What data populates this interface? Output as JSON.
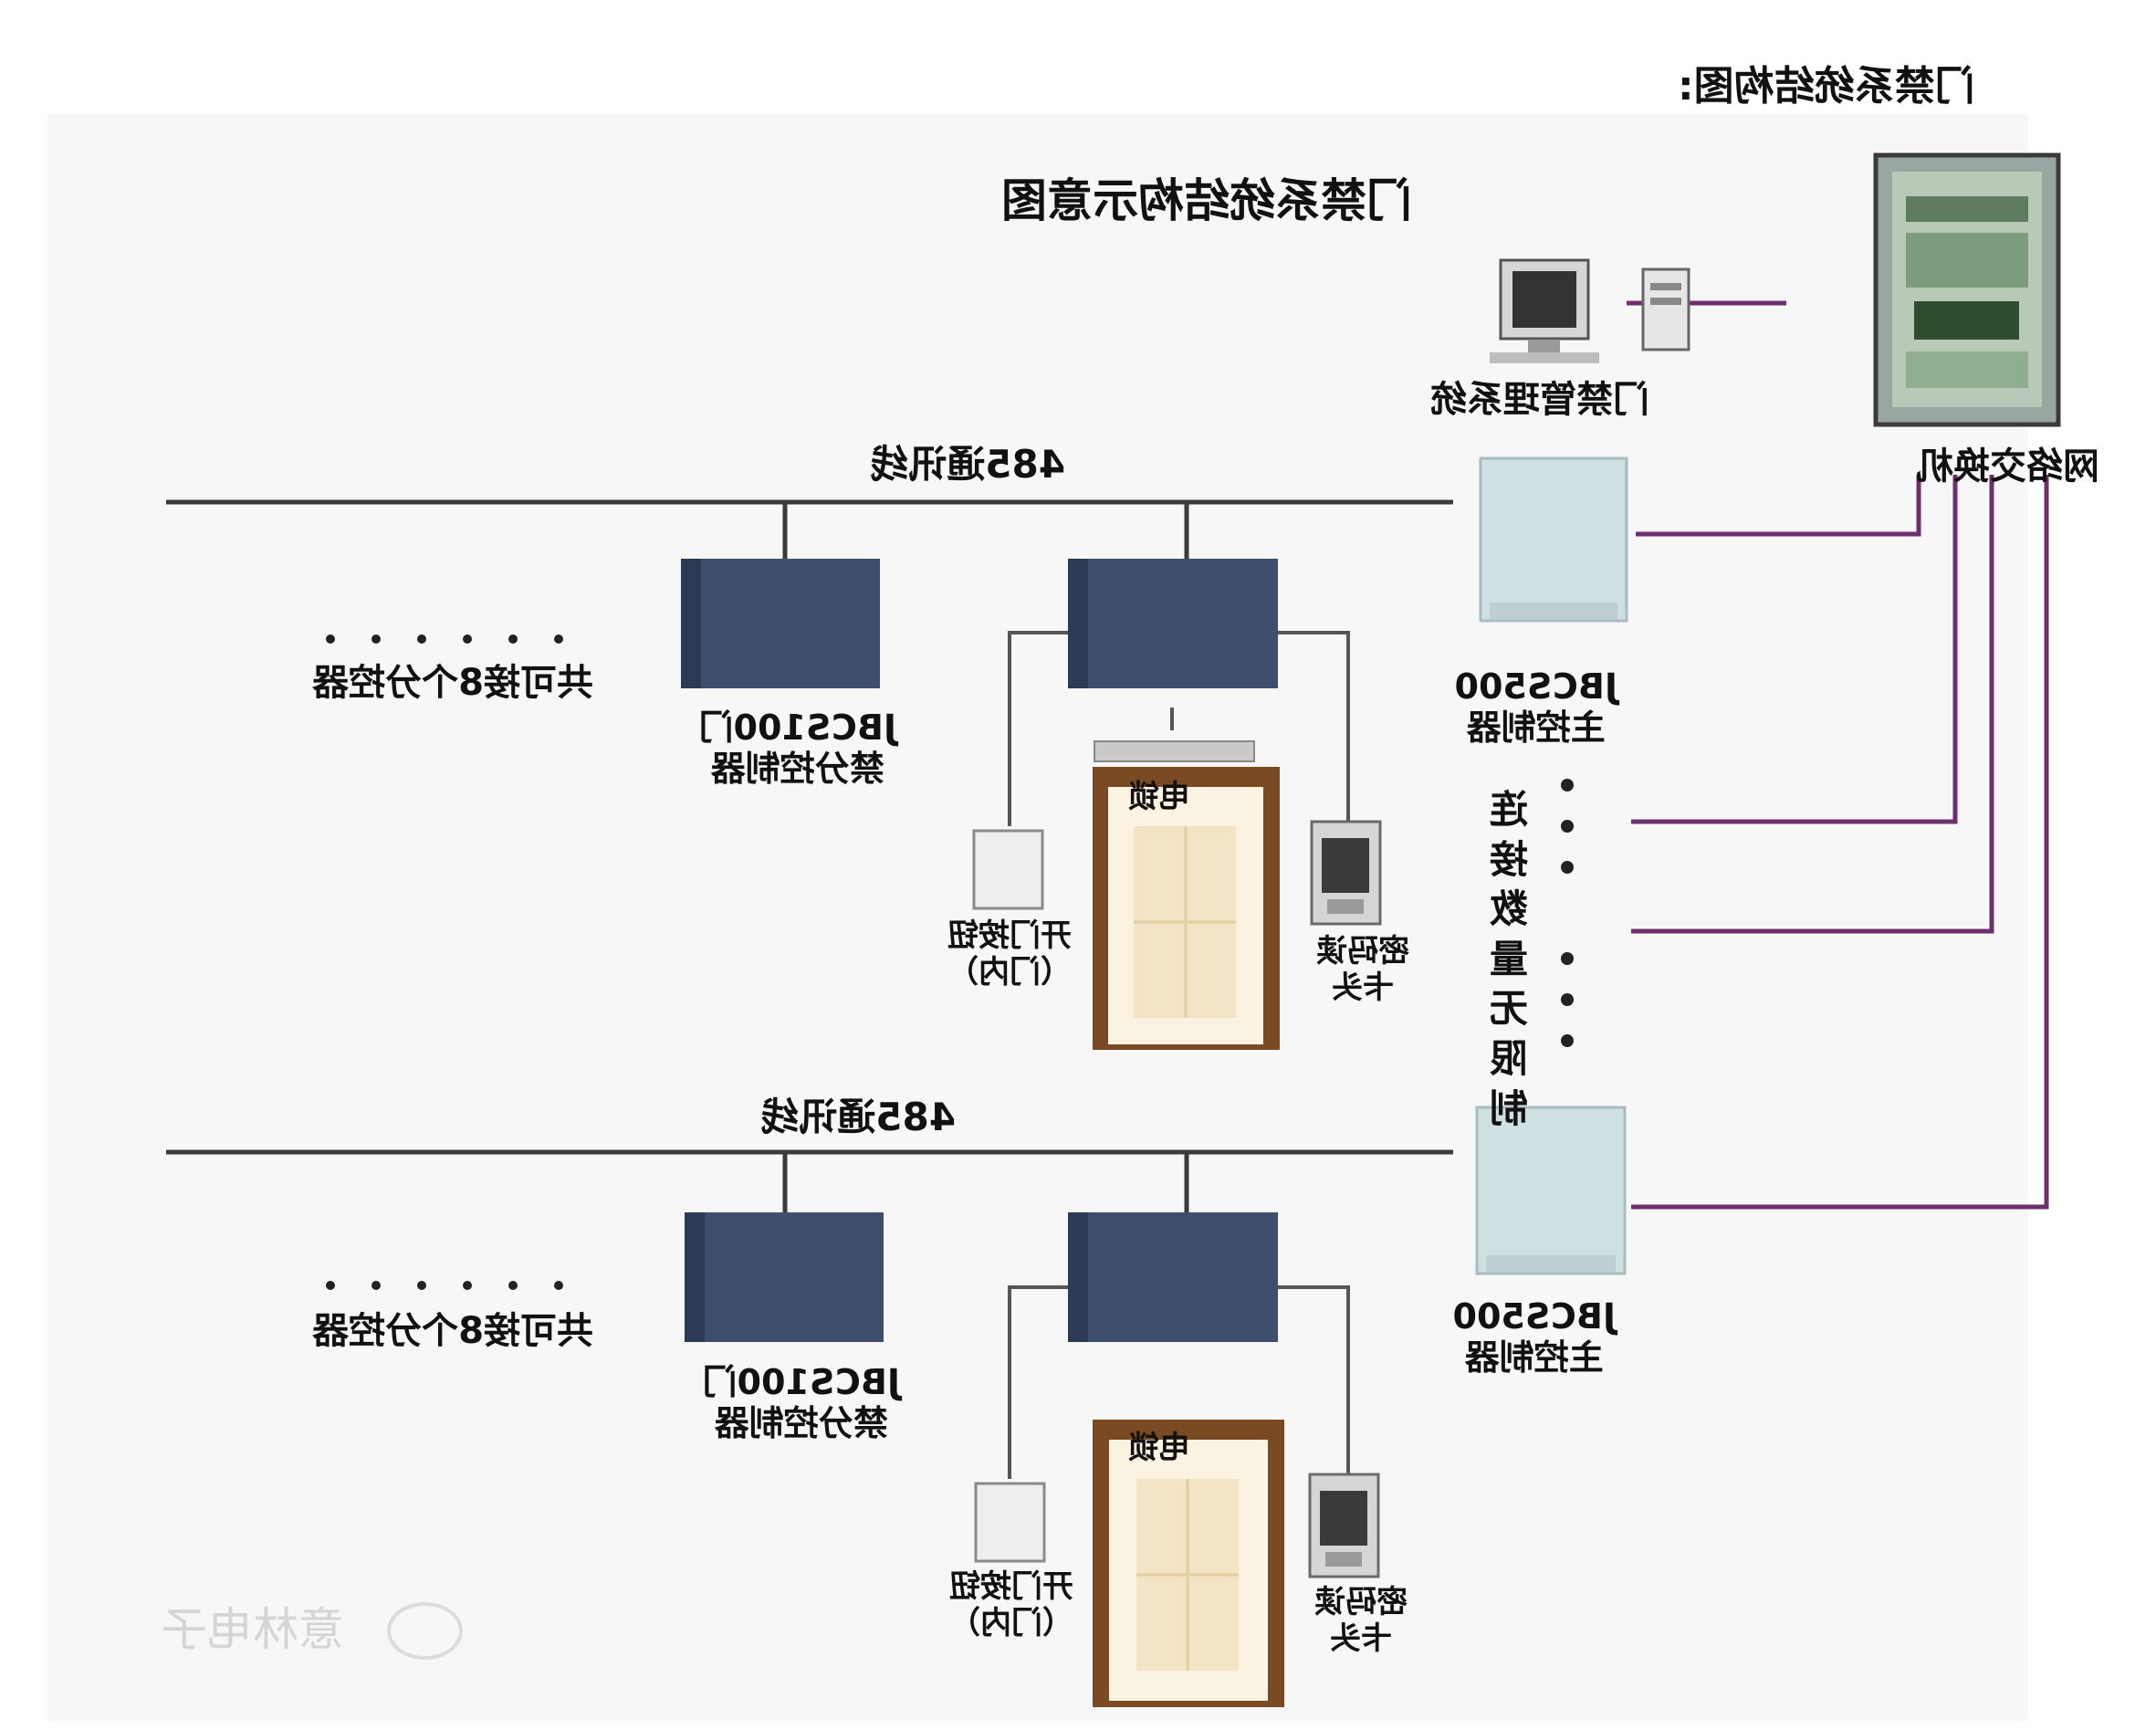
{
  "header_title": "门禁系统结构图:",
  "diagram_title": "门禁系统结构示意图",
  "network_switch": "网络交换机",
  "management_system": "门禁管理系统",
  "bus_label_top": "485通讯线",
  "bus_label_bottom": "485通讯线",
  "main_controller_top": "JBCS500\n主控制器",
  "main_controller_bottom": "JBCS500\n主控制器",
  "sub_controller_top": "JBCS100门\n禁分控制器",
  "sub_controller_bottom": "JBCS100门\n禁分控制器",
  "connect_note_top": "共可接8个分控器",
  "connect_note_bottom": "共可接8个分控器",
  "electric_lock_top": "电锁",
  "electric_lock_bottom": "电锁",
  "exit_button_top": "开门按钮\n（门内）",
  "exit_button_bottom": "开门按钮\n（门内）",
  "keypad_reader_top": "密码读\n卡头",
  "keypad_reader_bottom": "密码读\n卡头",
  "unlimited_note": "连接数量无限制",
  "watermark": "意林电子",
  "colors": {
    "network_line": "#6e2f6e",
    "bus_line": "#3b3b3b",
    "controller": "#3e4f6d",
    "main_box": "#cfe0e2",
    "door_frame": "#7a4b22"
  }
}
